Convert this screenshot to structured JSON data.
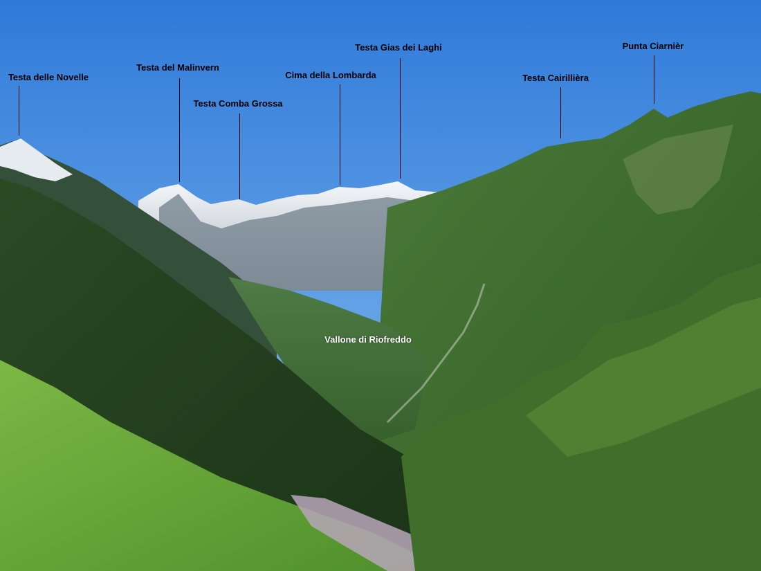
{
  "colors": {
    "sky_top": "#3d87df",
    "sky_bottom": "#8cc0f2",
    "snow": "#eef2f6",
    "rock": "#5d6b78",
    "forest_dark": "#1f3a1c",
    "forest_mid": "#3e6a2c",
    "meadow": "#6fae3a",
    "heather": "#b8a8b8"
  },
  "peaks": [
    {
      "name": "Testa delle Novelle"
    },
    {
      "name": "Testa del Malinvern"
    },
    {
      "name": "Testa Comba Grossa"
    },
    {
      "name": "Cima della Lombarda"
    },
    {
      "name": "Testa Gias dei Laghi"
    },
    {
      "name": "Testa Cairillièra"
    },
    {
      "name": "Punta Ciarnièr"
    }
  ],
  "valley": {
    "name": "Vallone di Riofreddo"
  }
}
